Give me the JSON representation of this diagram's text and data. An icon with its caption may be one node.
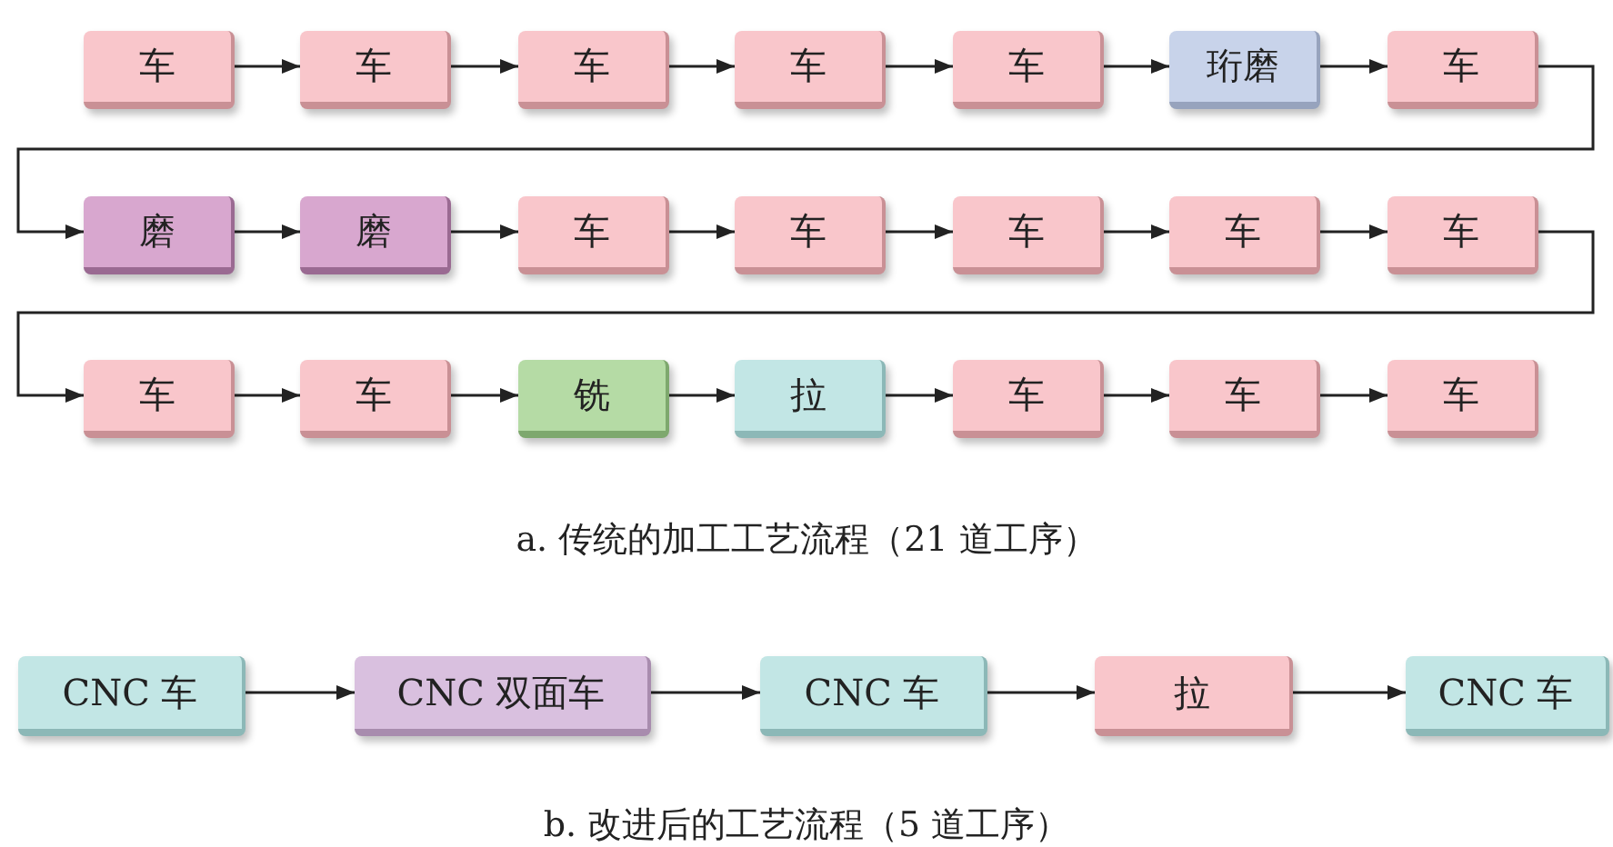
{
  "diagram": {
    "nodes": [
      {
        "text": [
          "车"
        ]
      },
      {
        "text": [
          "车"
        ]
      },
      {
        "text": [
          "车"
        ]
      },
      {
        "text": [
          "车"
        ]
      },
      {
        "text": [
          "车"
        ]
      },
      {
        "text": [
          "珩磨"
        ]
      },
      {
        "text": [
          "车"
        ]
      },
      {
        "text": [
          "磨"
        ]
      },
      {
        "text": [
          "磨"
        ]
      },
      {
        "text": [
          "车"
        ]
      },
      {
        "text": [
          "车"
        ]
      },
      {
        "text": [
          "车"
        ]
      },
      {
        "text": [
          "车"
        ]
      },
      {
        "text": [
          "车"
        ]
      },
      {
        "text": [
          "车"
        ]
      },
      {
        "text": [
          "车"
        ]
      },
      {
        "text": [
          "铣"
        ]
      },
      {
        "text": [
          "拉"
        ]
      },
      {
        "text": [
          "车"
        ]
      },
      {
        "text": [
          "车"
        ]
      },
      {
        "text": [
          "车"
        ]
      },
      {
        "text": [
          "CNC 车"
        ]
      },
      {
        "text": [
          "CNC 双面车"
        ]
      },
      {
        "text": [
          "CNC 车"
        ]
      },
      {
        "text": [
          "拉"
        ]
      },
      {
        "text": [
          "CNC 车"
        ]
      }
    ],
    "edges": [
      {
        "from": 0,
        "to": 1,
        "arrow": "to"
      },
      {
        "from": 1,
        "to": 2,
        "arrow": "to"
      },
      {
        "from": 2,
        "to": 3,
        "arrow": "to"
      },
      {
        "from": 3,
        "to": 4,
        "arrow": "to"
      },
      {
        "from": 4,
        "to": 5,
        "arrow": "to"
      },
      {
        "from": 5,
        "to": 6,
        "arrow": "to"
      },
      {
        "from": 6,
        "to": 7,
        "arrow": "to"
      },
      {
        "from": 7,
        "to": 8,
        "arrow": "to"
      },
      {
        "from": 8,
        "to": 9,
        "arrow": "to"
      },
      {
        "from": 9,
        "to": 10,
        "arrow": "to"
      },
      {
        "from": 10,
        "to": 11,
        "arrow": "to"
      },
      {
        "from": 11,
        "to": 12,
        "arrow": "to"
      },
      {
        "from": 12,
        "to": 13,
        "arrow": "to"
      },
      {
        "from": 13,
        "to": 14,
        "arrow": "to"
      },
      {
        "from": 14,
        "to": 15,
        "arrow": "to"
      },
      {
        "from": 15,
        "to": 16,
        "arrow": "to"
      },
      {
        "from": 16,
        "to": 17,
        "arrow": "to"
      },
      {
        "from": 17,
        "to": 18,
        "arrow": "to"
      },
      {
        "from": 18,
        "to": 19,
        "arrow": "to"
      },
      {
        "from": 19,
        "to": 20,
        "arrow": "to"
      },
      {
        "from": 21,
        "to": 22,
        "arrow": "to"
      },
      {
        "from": 22,
        "to": 23,
        "arrow": "to"
      },
      {
        "from": 23,
        "to": 24,
        "arrow": "to"
      },
      {
        "from": 24,
        "to": 25,
        "arrow": "to"
      }
    ],
    "labels": [
      "a. 传统的加工工艺流程（21 道工序）",
      "b. 改进后的工艺流程（5 道工序）"
    ]
  }
}
